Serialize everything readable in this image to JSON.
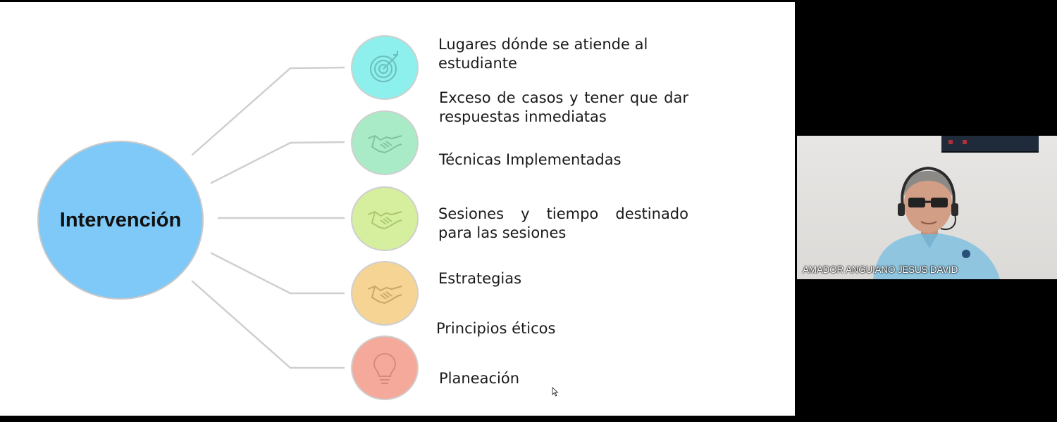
{
  "slide": {
    "hub_label": "Intervención",
    "items": [
      {
        "text": "Lugares dónde se atiende al estudiante"
      },
      {
        "text": "Exceso de casos y tener que dar respuestas inmediatas"
      },
      {
        "text": "Técnicas Implementadas"
      },
      {
        "text": "Sesiones y tiempo destinado para las sesiones"
      },
      {
        "text": "Estrategias"
      },
      {
        "text": "Principios éticos"
      },
      {
        "text": "Planeación"
      }
    ],
    "nodes": [
      {
        "icon": "target-icon",
        "color": "#8ef0ec"
      },
      {
        "icon": "handshake-icon",
        "color": "#a9ebc6"
      },
      {
        "icon": "handshake-icon",
        "color": "#d6ef9e"
      },
      {
        "icon": "handshake-icon",
        "color": "#f6d494"
      },
      {
        "icon": "lightbulb-icon",
        "color": "#f4a99a"
      }
    ],
    "hub_color": "#7ec9f7"
  },
  "video": {
    "participant_name": "AMADOR ANGUIANO JESUS DAVID"
  }
}
